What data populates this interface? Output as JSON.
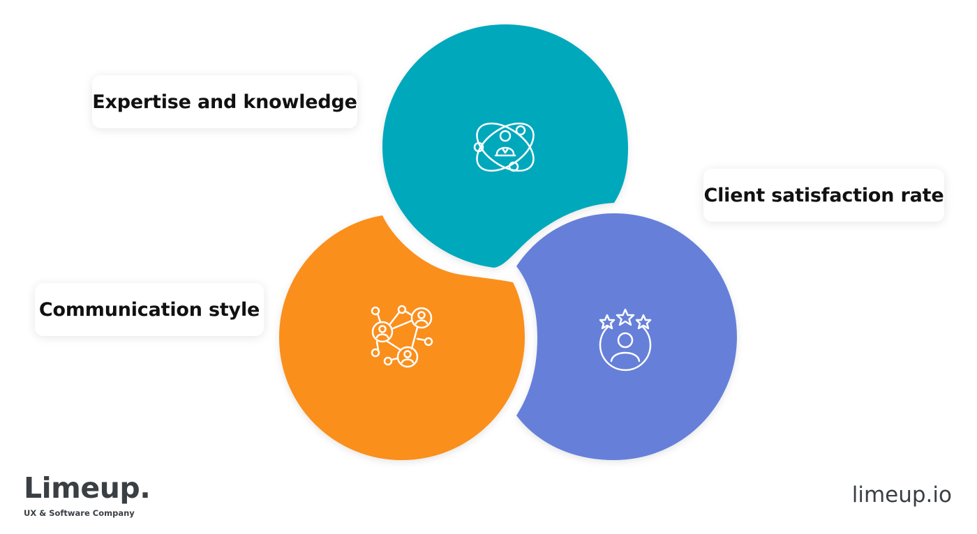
{
  "diagram": {
    "items": [
      {
        "label": "Expertise and knowledge",
        "color": "#05a8bc",
        "icon": "expert-network-icon"
      },
      {
        "label": "Client satisfaction rate",
        "color": "#6680d9",
        "icon": "rated-user-icon"
      },
      {
        "label": "Communication style",
        "color": "#fa8f1c",
        "icon": "connected-people-icon"
      }
    ]
  },
  "brand": {
    "logo_text": "Limeup.",
    "tagline": "UX & Software Company",
    "url": "limeup.io"
  }
}
